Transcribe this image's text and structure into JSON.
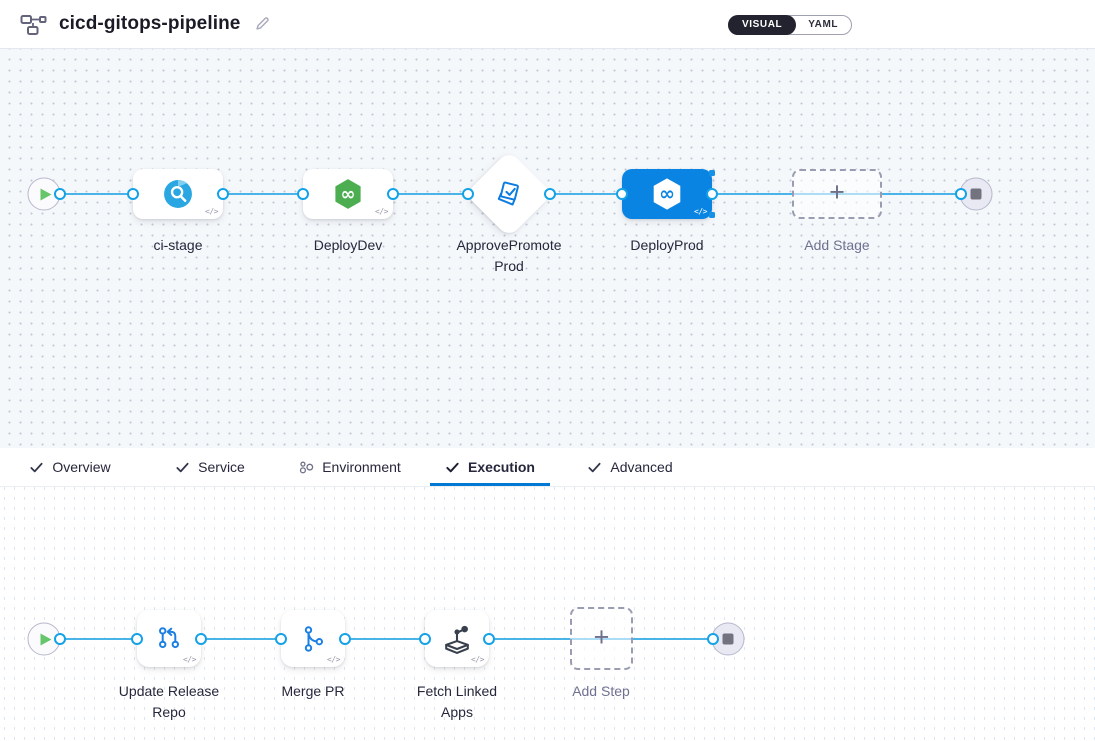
{
  "header": {
    "title": "cicd-gitops-pipeline"
  },
  "mode_toggle": {
    "visual": "VISUAL",
    "yaml": "YAML"
  },
  "stages": {
    "items": [
      {
        "label": "ci-stage",
        "type": "ci-build"
      },
      {
        "label": "DeployDev",
        "type": "cd-deploy"
      },
      {
        "label": "ApprovePromoteProd",
        "type": "approval"
      },
      {
        "label": "DeployProd",
        "type": "cd-deploy",
        "selected": true
      }
    ],
    "add_stage_label": "Add Stage"
  },
  "tabs": {
    "items": [
      {
        "label": "Overview",
        "icon": "check"
      },
      {
        "label": "Service",
        "icon": "check"
      },
      {
        "label": "Environment",
        "icon": "environment-nodes"
      },
      {
        "label": "Execution",
        "icon": "check",
        "active": true
      },
      {
        "label": "Advanced",
        "icon": "check"
      }
    ]
  },
  "steps": {
    "items": [
      {
        "label": "Update Release Repo",
        "type": "git-update"
      },
      {
        "label": "Merge PR",
        "type": "git-branch"
      },
      {
        "label": "Fetch Linked Apps",
        "type": "gitops-fetch"
      }
    ],
    "add_step_label": "Add Step"
  },
  "glyphs": {
    "code_badge": "</>",
    "infinity": "∞",
    "plus": "+"
  },
  "colors": {
    "accent_blue": "#0278d5",
    "selected_node": "#0a84e2",
    "connector_line": "#4ab4e9",
    "ci_icon": "#2aa7e2",
    "cd_icon_green": "#4cae50",
    "play_green": "#67c56a"
  }
}
